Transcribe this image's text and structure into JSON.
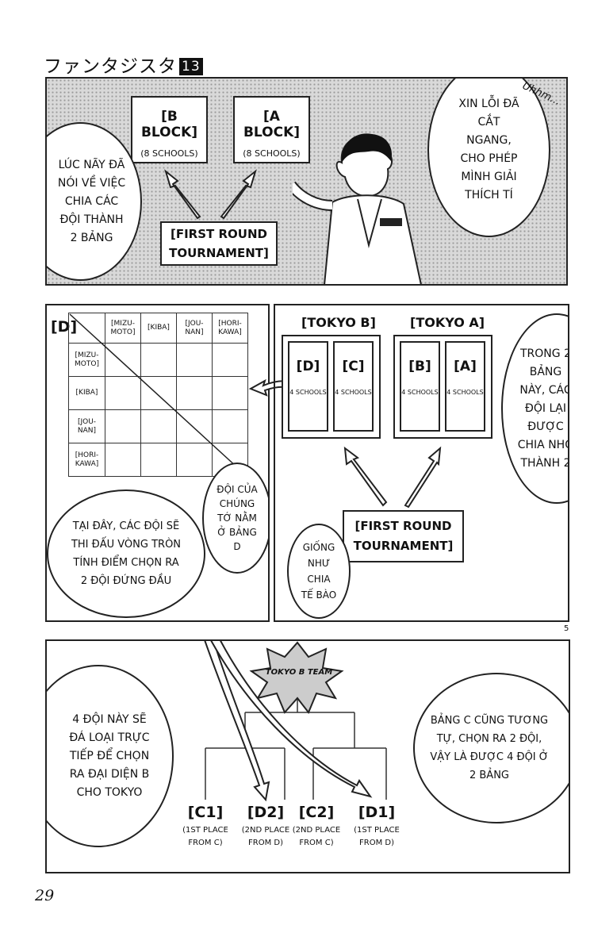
{
  "header": {
    "title": "ファンタジスタ",
    "volume": "13"
  },
  "page_number": "29",
  "panel_number": "5",
  "panel1": {
    "block_b": {
      "title": "[B BLOCK]",
      "sub": "(8 SCHOOLS)"
    },
    "block_a": {
      "title": "[A BLOCK]",
      "sub": "(8 SCHOOLS)"
    },
    "first_round": "[FIRST ROUND\nTOURNAMENT]",
    "bubble_left": "LÚC NÃY ĐÃ\nNÓI VỀ VIỆC\nCHIA CÁC\nĐỘI THÀNH\n2 BẢNG",
    "bubble_right": "XIN LỖI ĐÃ\nCẮT\nNGANG,\nCHO PHÉP\nMÌNH GIẢI\nTHÍCH TÍ",
    "sfx": "Uhhm..."
  },
  "panel2": {
    "grid_label": "[D]",
    "col_headers": [
      "[MIZU-\nMOTO]",
      "[KIBA]",
      "[JOU-\nNAN]",
      "[HORI-\nKAWA]"
    ],
    "row_headers": [
      "[MIZU-\nMOTO]",
      "[KIBA]",
      "[JOU-\nNAN]",
      "[HORI-\nKAWA]"
    ],
    "bubble_group": "ĐỘI CỦA\nCHÚNG\nTỚ NẰM\nỞ BẢNG\nD",
    "bubble_main": "TẠI ĐÂY, CÁC ĐỘI SẼ\nTHI ĐẤU VÒNG TRÒN\nTÍNH ĐIỂM CHỌN RA\n2 ĐỘI ĐỨNG ĐẦU"
  },
  "panel3": {
    "tokyo_b": "[TOKYO B]",
    "tokyo_a": "[TOKYO A]",
    "groups": [
      {
        "label": "[D]",
        "sub": "4 SCHOOLS"
      },
      {
        "label": "[C]",
        "sub": "4 SCHOOLS"
      },
      {
        "label": "[B]",
        "sub": "4 SCHOOLS"
      },
      {
        "label": "[A]",
        "sub": "4 SCHOOLS"
      }
    ],
    "first_round": "[FIRST ROUND\nTOURNAMENT]",
    "bubble_right": "TRONG 2\nBẢNG\nNÀY, CÁC\nĐỘI LẠI\nĐƯỢC\nCHIA NHỎ\nTHÀNH 2",
    "bubble_cell": "GIỐNG\nNHƯ\nCHIA\nTẾ BÀO"
  },
  "panel4": {
    "star": "TOKYO B TEAM",
    "bubble_left": "4 ĐỘI NÀY SẼ\nĐÁ LOẠI TRỰC\nTIẾP ĐỂ CHỌN\nRA ĐẠI DIỆN B\nCHO TOKYO",
    "bubble_right": "BẢNG C CŨNG TƯƠNG\nTỰ, CHỌN RA 2 ĐỘI,\nVẬY LÀ ĐƯỢC 4 ĐỘI Ở\n2 BẢNG",
    "seeds": [
      {
        "label": "[C1]",
        "sub": "(1ST PLACE\nFROM C)"
      },
      {
        "label": "[D2]",
        "sub": "(2ND PLACE\nFROM D)"
      },
      {
        "label": "[C2]",
        "sub": "(2ND PLACE\nFROM C)"
      },
      {
        "label": "[D1]",
        "sub": "(1ST PLACE\nFROM D)"
      }
    ]
  }
}
